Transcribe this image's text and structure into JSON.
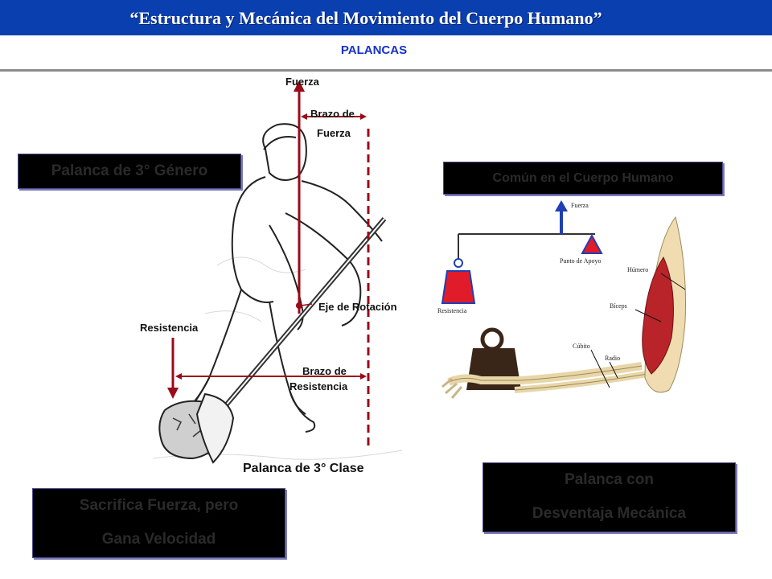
{
  "header": {
    "title": "“Estructura y Mecánica del Movimiento del Cuerpo Humano”",
    "subtitle": "PALANCAS"
  },
  "boxes": {
    "genero": "Palanca de 3° Género",
    "comun": "Común en el Cuerpo Humano",
    "sacrifica_line1": "Sacrifica Fuerza, pero",
    "sacrifica_line2": "Gana Velocidad",
    "desventaja_line1": "Palanca con",
    "desventaja_line2": "Desventaja Mecánica"
  },
  "shovel_figure": {
    "fuerza": "Fuerza",
    "brazo_fuerza_1": "Brazo de",
    "brazo_fuerza_2": "Fuerza",
    "eje": "Eje de Rotación",
    "resistencia": "Resistencia",
    "brazo_res_1": "Brazo de",
    "brazo_res_2": "Resistencia",
    "caption": "Palanca de 3° Clase"
  },
  "arm_figure": {
    "fuerza": "Fuerza",
    "apoyo": "Punto de Apoyo",
    "resistencia": "Resistencia",
    "humero": "Húmero",
    "biceps": "Bíceps",
    "cubito": "Cúbito",
    "radio": "Radio"
  }
}
